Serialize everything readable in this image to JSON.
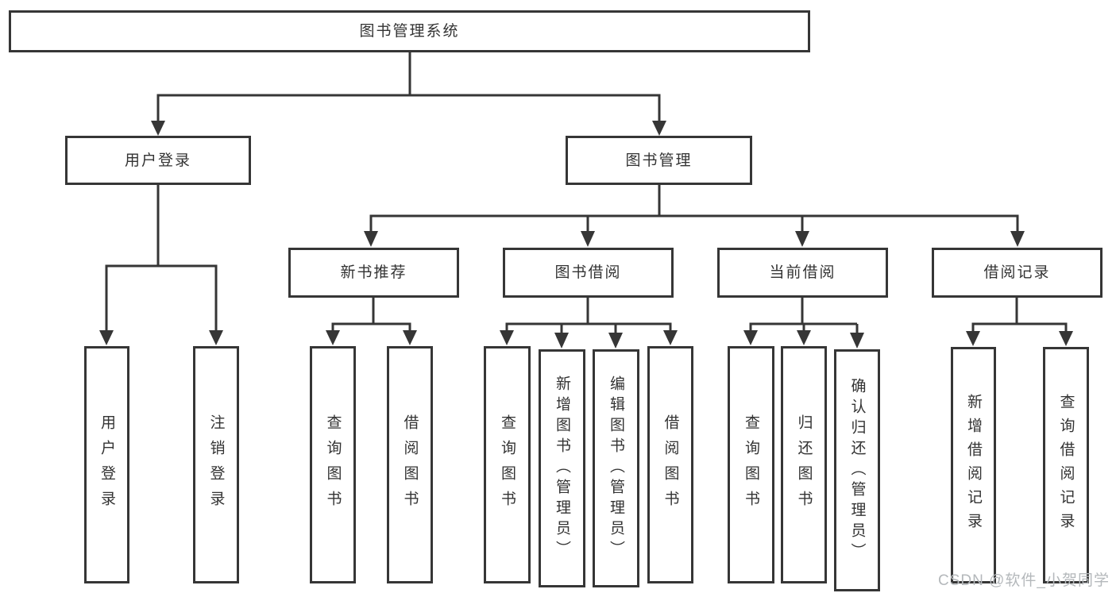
{
  "root": {
    "label": "图书管理系统"
  },
  "branches": {
    "user": {
      "label": "用户登录",
      "children": [
        "用户登录",
        "注销登录"
      ]
    },
    "book": {
      "label": "图书管理"
    }
  },
  "modules": [
    {
      "label": "新书推荐",
      "children": [
        "查询图书",
        "借阅图书"
      ]
    },
    {
      "label": "图书借阅",
      "children": [
        "查询图书",
        "新增图书（管理员）",
        "编辑图书（管理员）",
        "借阅图书"
      ]
    },
    {
      "label": "当前借阅",
      "children": [
        "查询图书",
        "归还图书",
        "确认归还（管理员）"
      ]
    },
    {
      "label": "借阅记录",
      "children": [
        "新增借阅记录",
        "查询借阅记录"
      ]
    }
  ],
  "watermark": "CSDN @软件_小贺同学",
  "colors": {
    "line": "#363636",
    "text": "#333333",
    "box_fill": "#ffffff",
    "watermark": "#b4b8bb",
    "background": "#ffffff"
  }
}
